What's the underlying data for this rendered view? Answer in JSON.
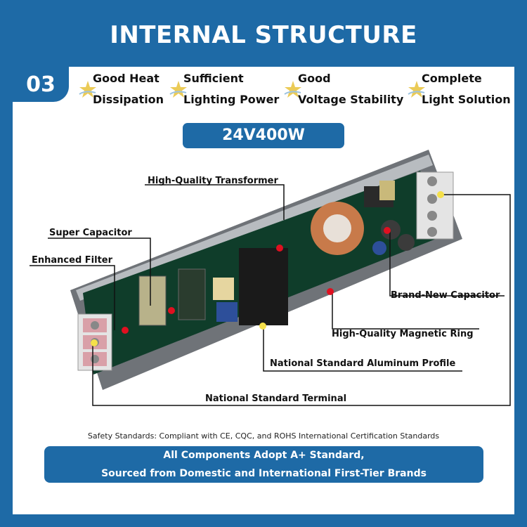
{
  "title": "INTERNAL STRUCTURE",
  "badge": "03",
  "features": [
    {
      "line1": "Good Heat",
      "line2": "Dissipation",
      "icon": "star-icon"
    },
    {
      "line1": "Sufficient",
      "line2": "Lighting Power",
      "icon": "star-icon"
    },
    {
      "line1": "Good",
      "line2": "Voltage Stability",
      "icon": "star-icon"
    },
    {
      "line1": "Complete",
      "line2": "Light Solution",
      "icon": "star-icon"
    }
  ],
  "model": "24V400W",
  "callouts": {
    "transformer": "High-Quality Transformer",
    "super_capacitor": "Super Capacitor",
    "enhanced_filter": "Enhanced Filter",
    "brand_new_capacitor": "Brand-New Capacitor",
    "magnetic_ring": "High-Quality Magnetic Ring",
    "aluminum_profile": "National Standard Aluminum Profile",
    "terminal": "National Standard Terminal"
  },
  "safety": "Safety Standards: Compliant with CE, CQC, and ROHS International Certification Standards",
  "bottom": {
    "line1": "All Components Adopt A+ Standard,",
    "line2": "Sourced from Domestic and International First-Tier Brands"
  },
  "colors": {
    "brand_blue": "#1e6aa6",
    "marker_red": "#e01020",
    "marker_yellow": "#f5e04a",
    "star_gold": "#e8c23a"
  }
}
